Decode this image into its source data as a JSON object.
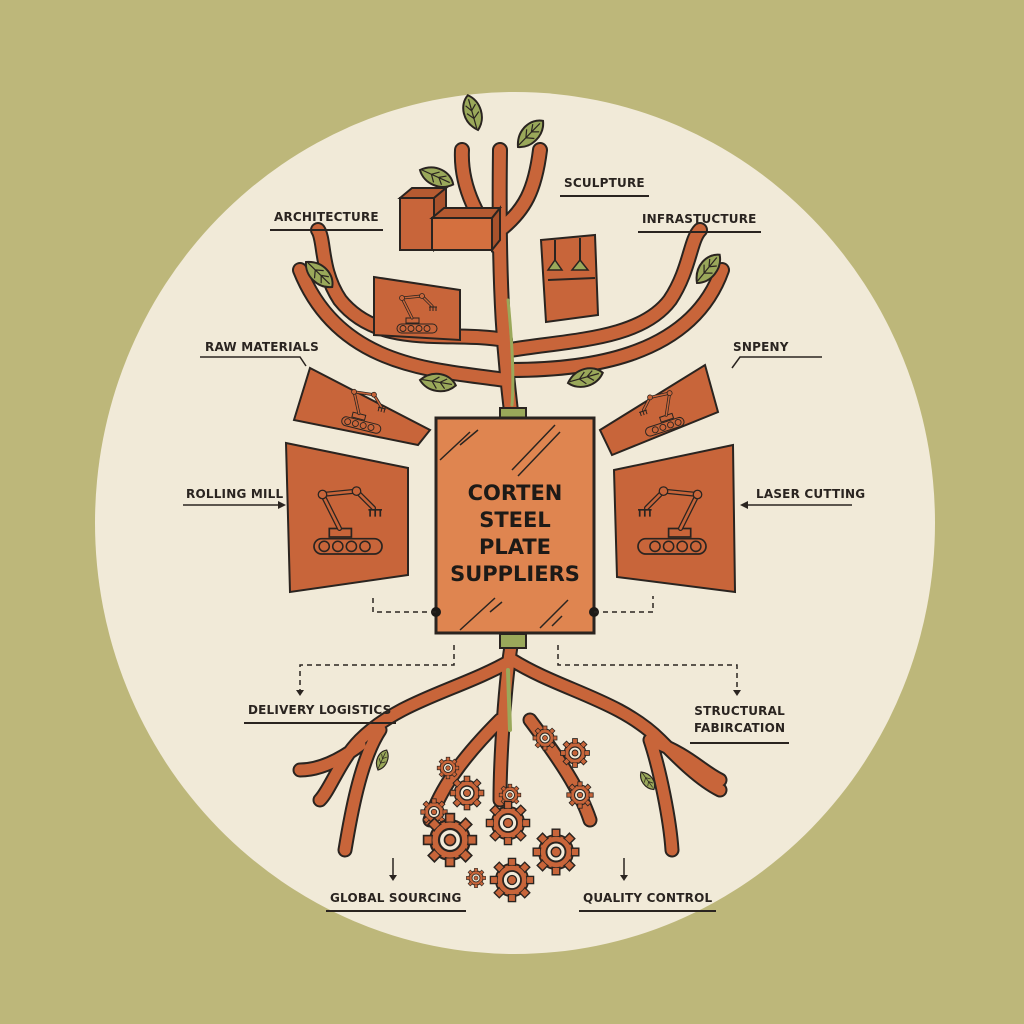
{
  "title": {
    "lines": [
      "CORTEN",
      "STEEL",
      "PLATE",
      "SUPPLIERS"
    ]
  },
  "labels": {
    "sculpture": "SCULPTURE",
    "architecture": "ARCHITECTURE",
    "infrastructure": "INFRASTUCTURE",
    "raw_materials": "RAW MATERIALS",
    "snpeny": "SNPENY",
    "rolling_mill": "ROLLING MILL",
    "laser_cutting": "LASER CUTTING",
    "delivery_logistics": "DELIVERY LOGISTICS",
    "structural_fabrication_1": "STRUCTURAL",
    "structural_fabrication_2": "FABIRCATION",
    "global_sourcing": "GLOBAL SOURCING",
    "quality_control": "QUALITY CONTROL"
  },
  "colors": {
    "background": "#bdb77a",
    "circle": "#f1ead8",
    "rust": "#c8653a",
    "rust_dark": "#a9522c",
    "leaf": "#9aa85a",
    "ink": "#2a2420",
    "center_plate": "#df8550"
  },
  "icons": [
    "leaf-icon",
    "gear-icon",
    "robot-arm-icon",
    "crawler-track-icon",
    "steel-block-icon"
  ]
}
